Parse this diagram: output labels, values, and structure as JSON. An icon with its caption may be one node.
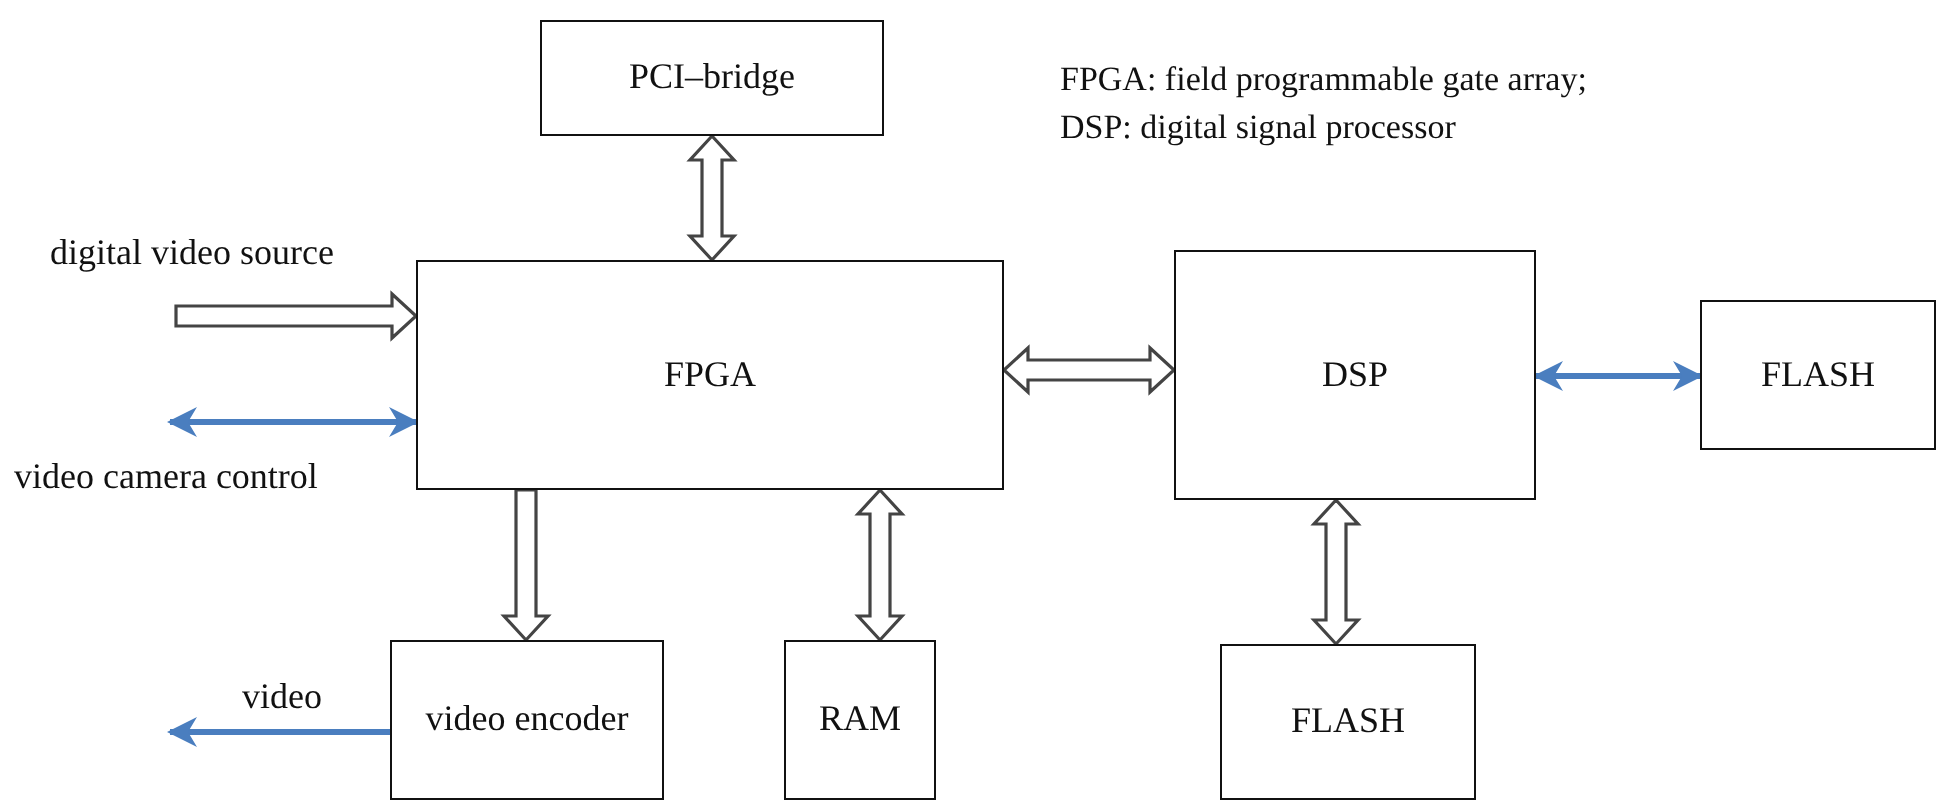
{
  "diagram": {
    "nodes": [
      {
        "text": [
          "PCI–bridge"
        ]
      },
      {
        "text": [
          "FPGA"
        ]
      },
      {
        "text": [
          "DSP"
        ]
      },
      {
        "text": [
          "FLASH"
        ]
      },
      {
        "text": [
          "video encoder"
        ]
      },
      {
        "text": [
          "RAM"
        ]
      },
      {
        "text": [
          "FLASH"
        ]
      }
    ],
    "edges": [
      {
        "from": 0,
        "to": 1,
        "arrow": "both",
        "style": "thick"
      },
      {
        "from": 1,
        "to": 2,
        "arrow": "both",
        "style": "thick"
      },
      {
        "from": 2,
        "to": 3,
        "arrow": "both",
        "color": "#4a7ebf"
      },
      {
        "from": 2,
        "to": 6,
        "arrow": "both",
        "style": "thick"
      },
      {
        "from": 1,
        "to": 4,
        "arrow": "to",
        "style": "thick"
      },
      {
        "from": 1,
        "to": 5,
        "arrow": "both",
        "style": "thick"
      },
      {
        "from": null,
        "to": 1,
        "arrow": "to",
        "style": "thick",
        "label": "digital video source"
      },
      {
        "from": null,
        "to": 1,
        "arrow": "both",
        "color": "#4a7ebf",
        "label": "video camera control"
      },
      {
        "from": 4,
        "to": null,
        "arrow": "to",
        "color": "#4a7ebf",
        "label": "video"
      }
    ],
    "labels": [
      "FPGA: field programmable gate array;",
      "DSP: digital signal processor"
    ]
  }
}
